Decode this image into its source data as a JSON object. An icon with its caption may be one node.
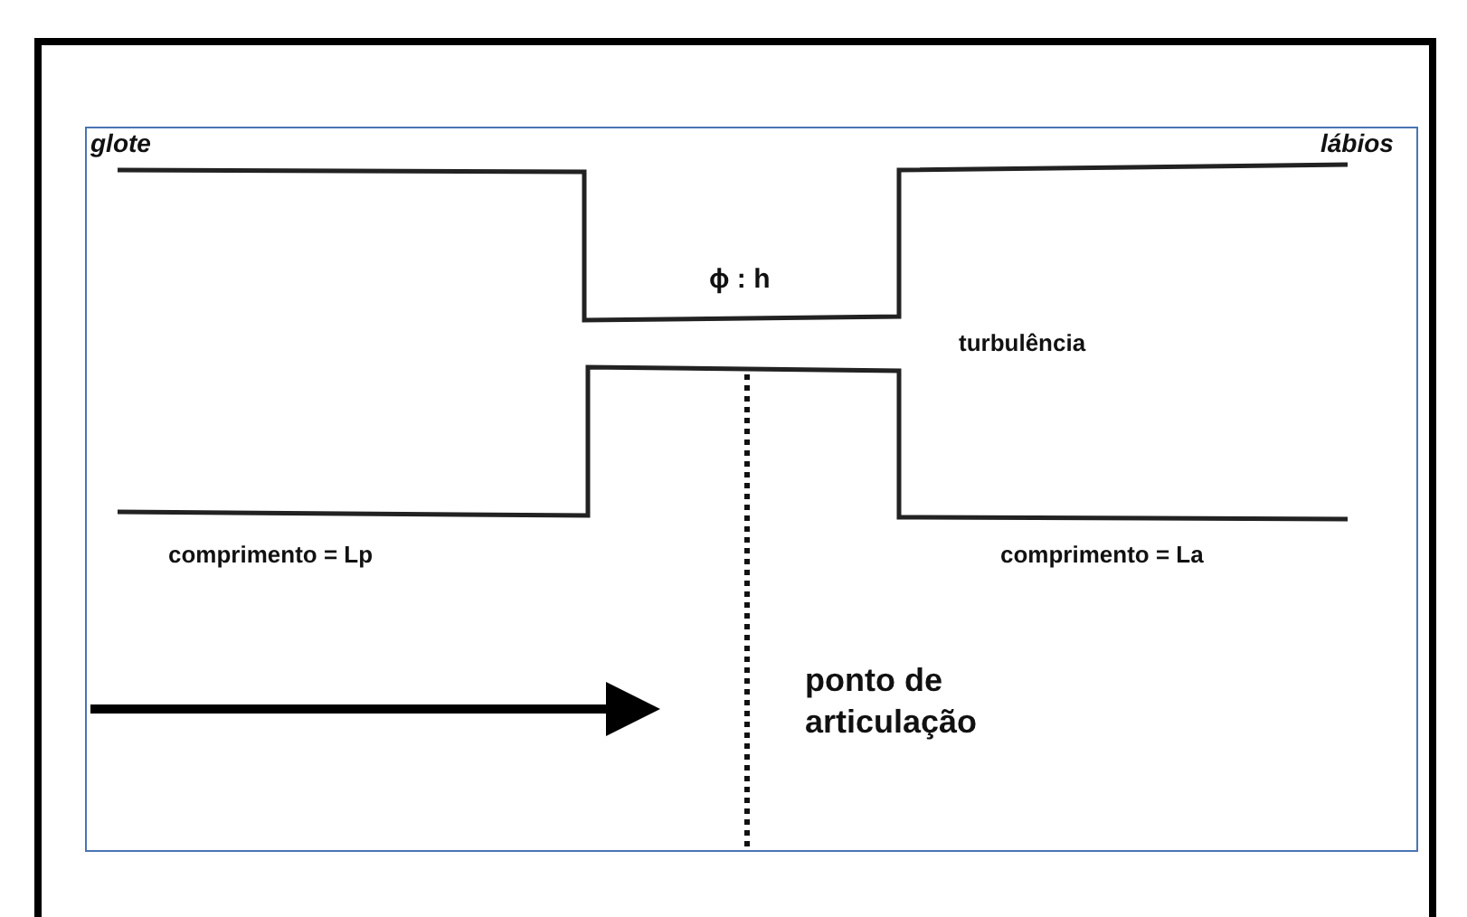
{
  "diagram": {
    "labels": [
      "glote",
      "lábios",
      "ϕ : h",
      "turbulência",
      "comprimento = Lp",
      "comprimento = La",
      "ponto de articulação"
    ]
  }
}
